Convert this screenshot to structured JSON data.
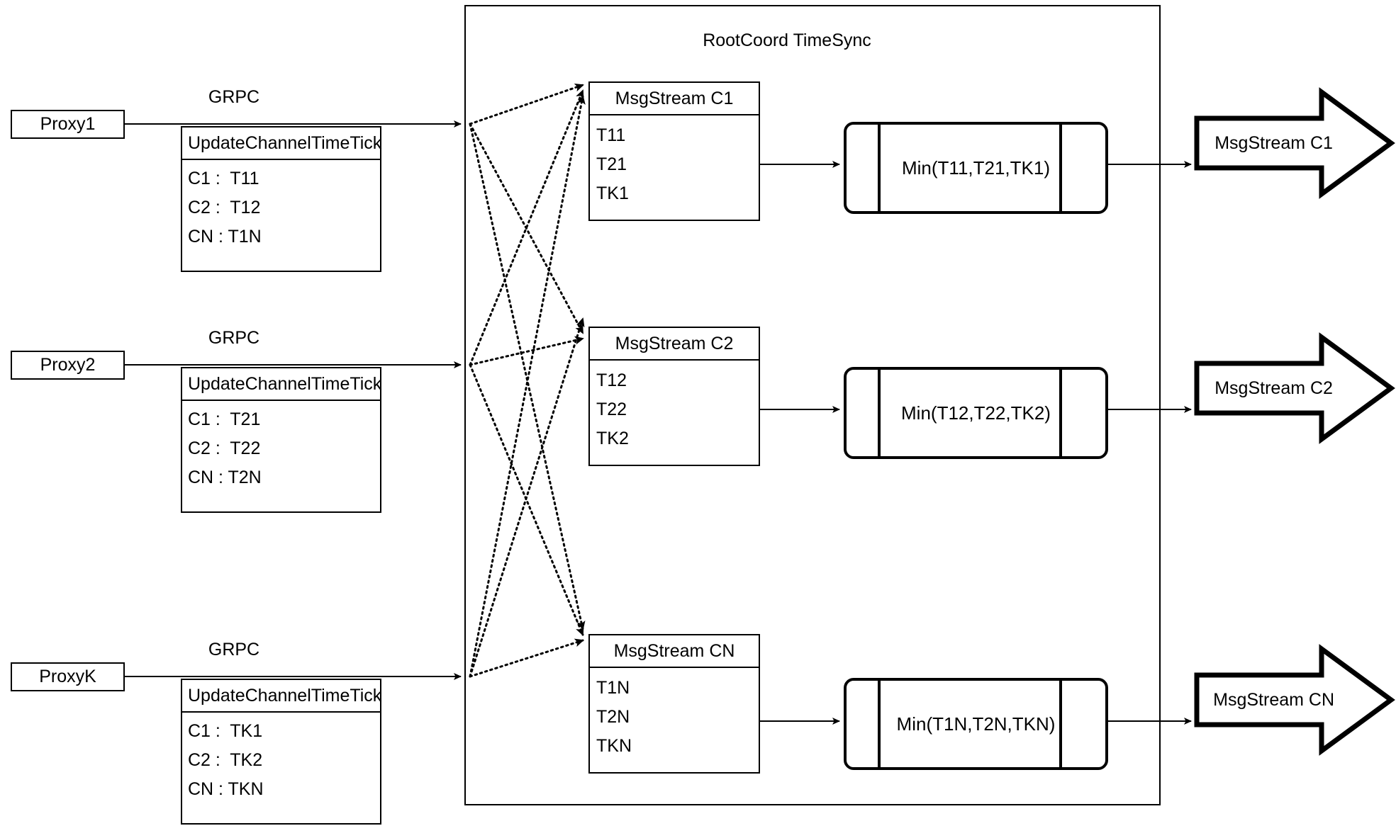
{
  "diagram": {
    "title": "RootCoord TimeSync",
    "container_label": "RootCoord TimeSync"
  },
  "proxies": [
    {
      "name": "Proxy1",
      "link_label": "GRPC",
      "request": {
        "header": "UpdateChannelTimeTick",
        "rows": [
          "C1 :  T11",
          "C2 :  T12",
          "CN : T1N"
        ]
      }
    },
    {
      "name": "Proxy2",
      "link_label": "GRPC",
      "request": {
        "header": "UpdateChannelTimeTick",
        "rows": [
          "C1 :  T21",
          "C2 :  T22",
          "CN : T2N"
        ]
      }
    },
    {
      "name": "ProxyK",
      "link_label": "GRPC",
      "request": {
        "header": "UpdateChannelTimeTick",
        "rows": [
          "C1 :  TK1",
          "C2 :  TK2",
          "CN : TKN"
        ]
      }
    }
  ],
  "channels": [
    {
      "stream": {
        "header": "MsgStream C1",
        "rows": [
          "T11",
          "T21",
          "TK1"
        ]
      },
      "process": {
        "label": "Min(T11,T21,TK1)"
      },
      "output": {
        "label": "MsgStream C1"
      }
    },
    {
      "stream": {
        "header": "MsgStream C2",
        "rows": [
          "T12",
          "T22",
          "TK2"
        ]
      },
      "process": {
        "label": "Min(T12,T22,TK2)"
      },
      "output": {
        "label": "MsgStream C2"
      }
    },
    {
      "stream": {
        "header": "MsgStream CN",
        "rows": [
          "T1N",
          "T2N",
          "TKN"
        ]
      },
      "process": {
        "label": "Min(T1N,T2N,TKN)"
      },
      "output": {
        "label": "MsgStream CN"
      }
    }
  ],
  "colors": {
    "stroke": "#000000",
    "background": "#ffffff"
  }
}
